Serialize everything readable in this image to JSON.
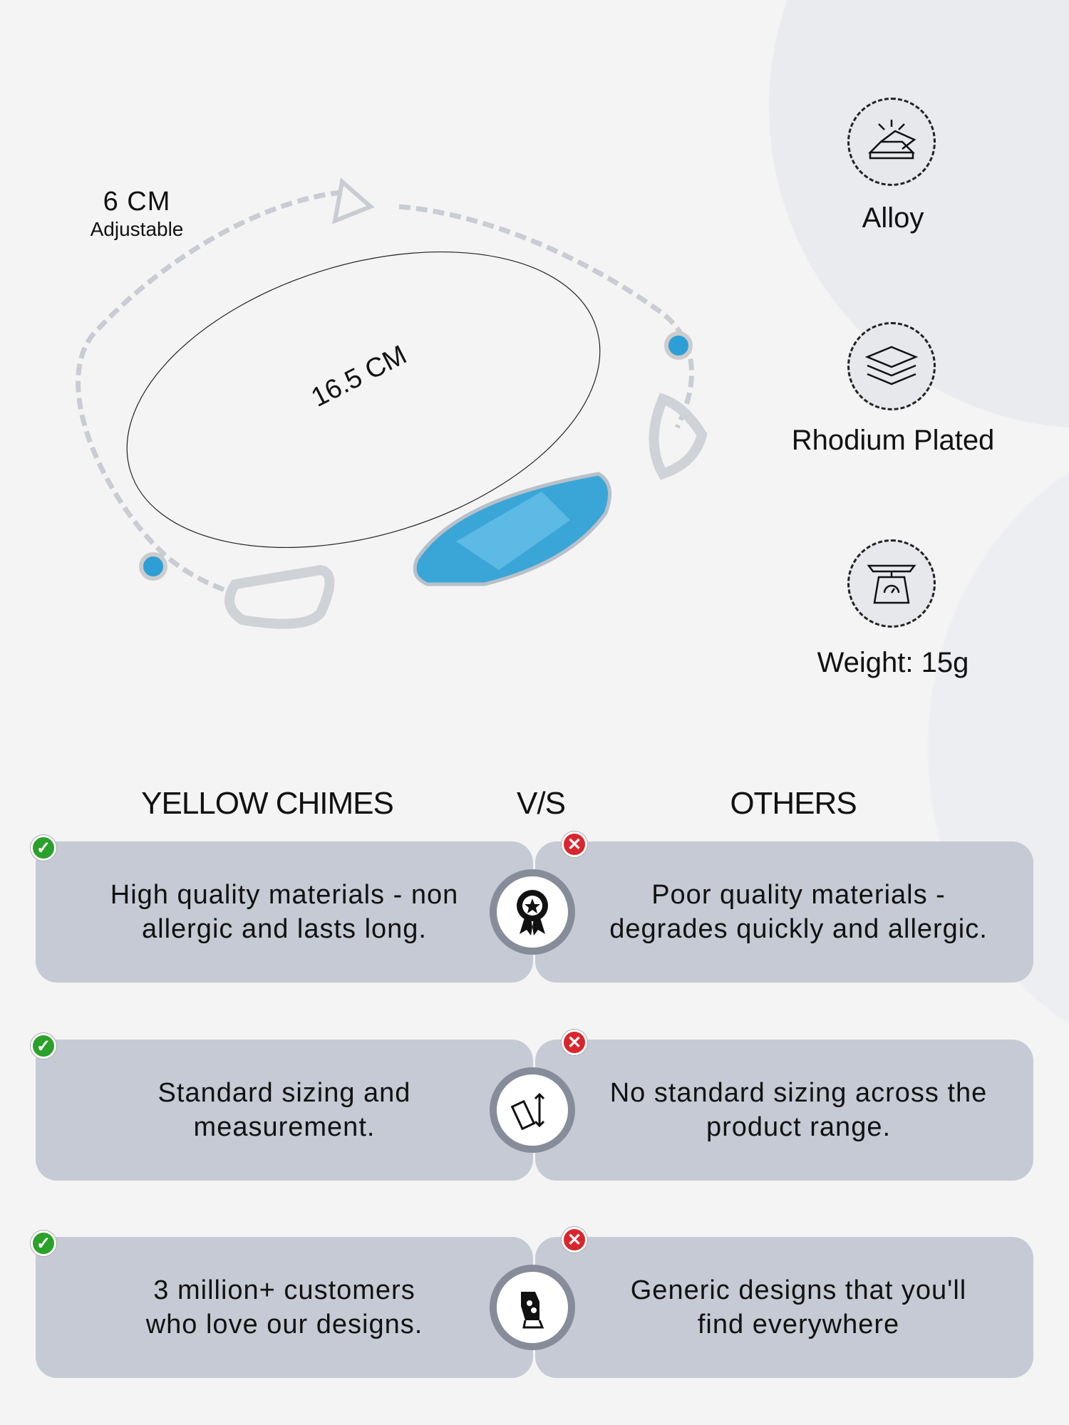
{
  "product": {
    "adjustable_length": "6 CM",
    "adjustable_label": "Adjustable",
    "circumference": "16.5 CM"
  },
  "features": [
    {
      "icon": "gold-bars-icon",
      "label": "Alloy"
    },
    {
      "icon": "layers-icon",
      "label": "Rhodium Plated"
    },
    {
      "icon": "scale-icon",
      "label": "Weight: 15g"
    }
  ],
  "comparison": {
    "brand": "YELLOW CHIMES",
    "vs": "V/S",
    "others": "OTHERS",
    "rows": [
      {
        "icon": "award-ribbon-icon",
        "ours_line1": "High quality materials - non",
        "ours_line2": "allergic and lasts long.",
        "theirs_line1": "Poor quality materials -",
        "theirs_line2": "degrades quickly and allergic."
      },
      {
        "icon": "ruler-measure-icon",
        "ours_line1": "Standard sizing and",
        "ours_line2": "measurement.",
        "theirs_line1": "No standard sizing across the",
        "theirs_line2": "product range."
      },
      {
        "icon": "customer-love-icon",
        "ours_line1": "3 million+ customers",
        "ours_line2": "who love our designs.",
        "theirs_line1": "Generic designs that you'll",
        "theirs_line2": "find everywhere"
      }
    ]
  },
  "colors": {
    "card": "#c5cad4",
    "check": "#2aa12a",
    "cross": "#d9262e",
    "gem": "#3aa6d8"
  }
}
